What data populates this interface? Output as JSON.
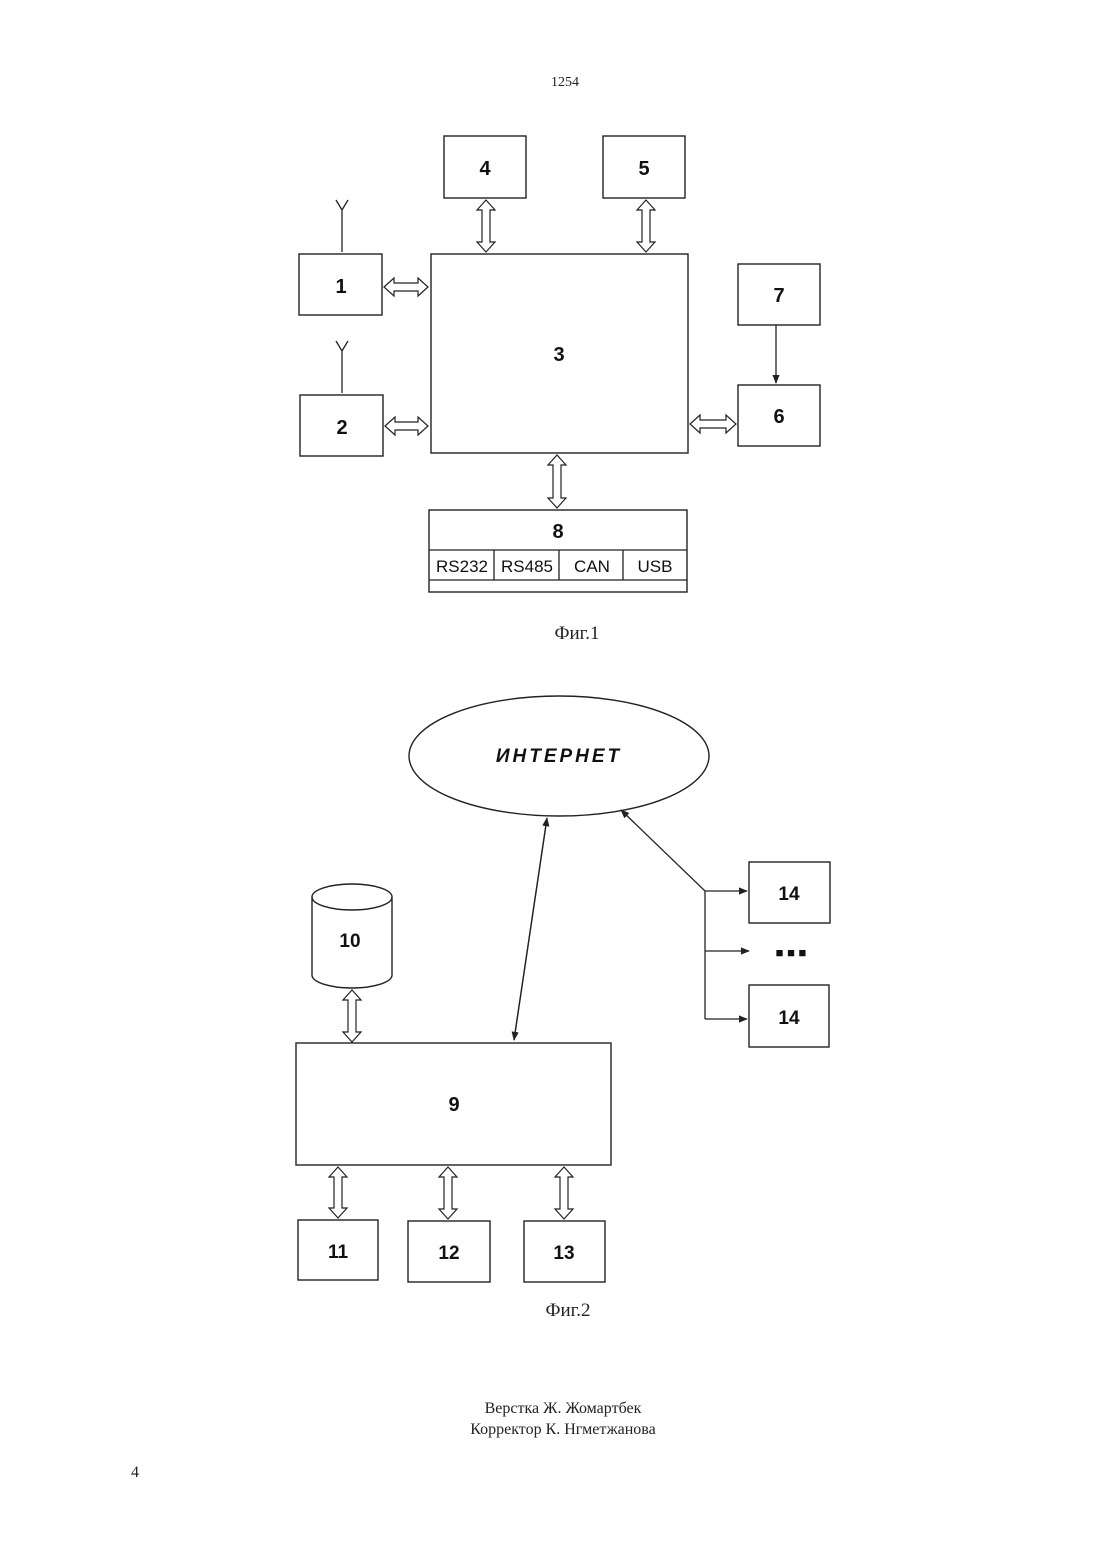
{
  "page": {
    "header_number": "1254",
    "footer_page_number": "4",
    "credits": [
      "Верстка Ж. Жомартбек",
      "Корректор К. Нгметжанова"
    ]
  },
  "fig1": {
    "caption": "Фиг.1",
    "blocks": {
      "b1": "1",
      "b2": "2",
      "b3": "3",
      "b4": "4",
      "b5": "5",
      "b6": "6",
      "b7": "7",
      "b8": "8"
    },
    "interfaces": [
      "RS232",
      "RS485",
      "CAN",
      "USB"
    ]
  },
  "fig2": {
    "caption": "Фиг.2",
    "internet_label": "ИНТЕРНЕТ",
    "blocks": {
      "b9": "9",
      "b10": "10",
      "b11": "11",
      "b12": "12",
      "b13": "13",
      "b14a": "14",
      "b14b": "14"
    },
    "ellipsis": "■ ■ ■"
  }
}
